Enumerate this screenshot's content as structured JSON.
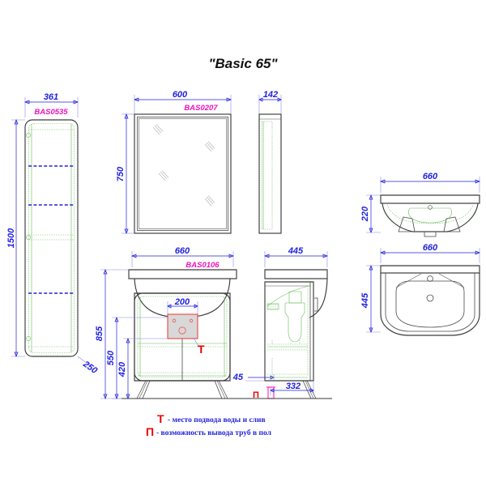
{
  "drawing": {
    "title": "\"Basic 65\"",
    "colors": {
      "dimension": "#2222dd",
      "code": "#ee11bb",
      "marker": "#ee0000",
      "outline": "#3a3a3a",
      "interior": "#66bb55",
      "shelf": "#2222cc",
      "plumbing_box": "#ee3333",
      "pipe": "#ff33cc"
    },
    "views": {
      "tall_cabinet": {
        "name": "tall-cabinet-front-view",
        "code": "BAS0535",
        "width": "361",
        "height": "1500",
        "depth_note": "250"
      },
      "mirror_cabinet": {
        "name": "mirror-cabinet-front-view",
        "code": "BAS0207",
        "width": "600",
        "height": "750"
      },
      "mirror_side": {
        "name": "mirror-cabinet-side-view",
        "depth": "142"
      },
      "vanity_front": {
        "name": "vanity-unit-front-view",
        "code": "BAS0106",
        "width": "660",
        "total_height": "855",
        "body_height": "550",
        "door_height": "420",
        "plumbing_zone_width": "200",
        "marker": "Т"
      },
      "vanity_side": {
        "name": "vanity-unit-side-view",
        "depth": "445",
        "plinth_offset": "45",
        "pipe_position": "332",
        "marker": "П"
      },
      "basin_front": {
        "name": "washbasin-front-view",
        "width": "660",
        "height": "220"
      },
      "basin_plan": {
        "name": "washbasin-plan-view",
        "width": "660",
        "depth": "445"
      }
    },
    "legend": [
      {
        "symbol": "Т",
        "text": "- место подвода воды и слив"
      },
      {
        "symbol": "П",
        "text": "- возможность вывода труб в пол"
      }
    ]
  }
}
